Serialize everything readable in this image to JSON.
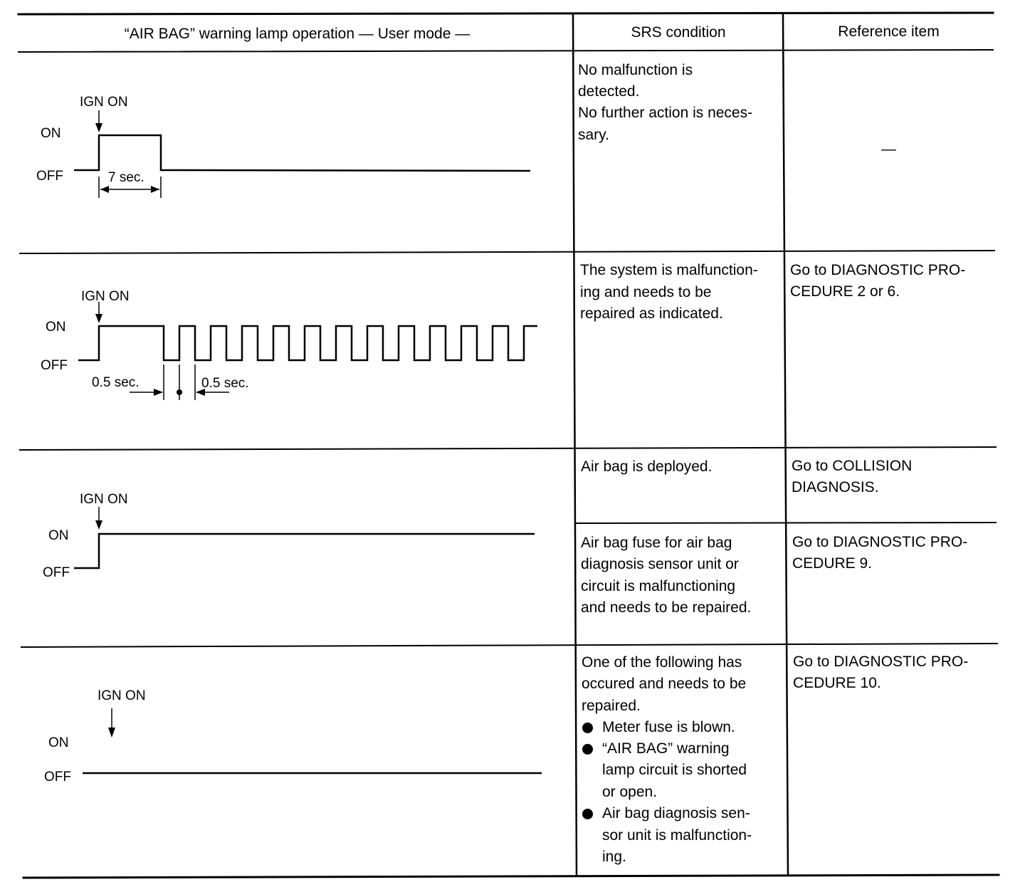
{
  "table": {
    "headers": {
      "operation": "“AIR BAG” warning lamp operation — User mode —",
      "condition": "SRS condition",
      "reference": "Reference item"
    },
    "rows": [
      {
        "diagram": {
          "ign": "IGN ON",
          "on": "ON",
          "off": "OFF",
          "duration": "7 sec."
        },
        "condition": [
          "No malfunction is",
          "detected.",
          "No further action is neces-",
          "sary."
        ],
        "reference": "—"
      },
      {
        "diagram": {
          "ign": "IGN ON",
          "on": "ON",
          "off": "OFF",
          "left_duration": "0.5 sec.",
          "right_duration": "0.5 sec."
        },
        "condition": [
          "The system is malfunction-",
          "ing and needs to be",
          "repaired as indicated."
        ],
        "reference": [
          "Go to DIAGNOSTIC PRO-",
          "CEDURE 2 or 6."
        ]
      },
      {
        "diagram": {
          "ign": "IGN ON",
          "on": "ON",
          "off": "OFF"
        },
        "sub_rows": [
          {
            "condition": [
              "Air bag is deployed."
            ],
            "reference": [
              "Go to COLLISION",
              "DIAGNOSIS."
            ]
          },
          {
            "condition": [
              "Air bag fuse for air bag",
              "diagnosis sensor unit or",
              "circuit is malfunctioning",
              "and needs to be repaired."
            ],
            "reference": [
              "Go to DIAGNOSTIC PRO-",
              "CEDURE 9."
            ]
          }
        ]
      },
      {
        "diagram": {
          "ign": "IGN ON",
          "on": "ON",
          "off": "OFF"
        },
        "condition_intro": [
          "One of the following has",
          "occured and needs to be",
          "repaired."
        ],
        "bullets": [
          [
            "Meter fuse is blown."
          ],
          [
            "“AIR BAG” warning",
            "lamp circuit is shorted",
            "or open."
          ],
          [
            "Air bag diagnosis sen-",
            "sor unit is malfunction-",
            "ing."
          ]
        ],
        "reference": [
          "Go to DIAGNOSTIC PRO-",
          "CEDURE 10."
        ]
      }
    ]
  }
}
